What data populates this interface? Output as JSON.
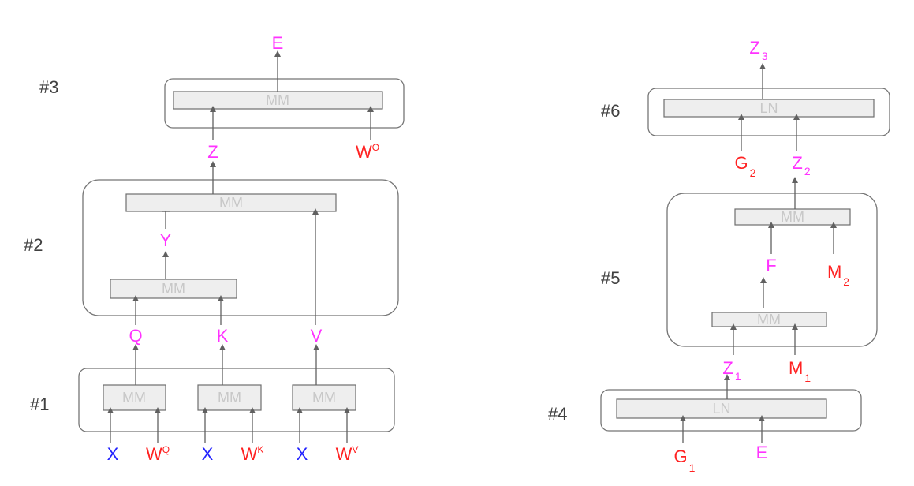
{
  "colors": {
    "intermediate": "#ff33ff",
    "weight": "#ff2222",
    "input": "#2222ff",
    "op_text": "#c8c8c8"
  },
  "stages": {
    "s1": "#1",
    "s2": "#2",
    "s3": "#3",
    "s4": "#4",
    "s5": "#5",
    "s6": "#6"
  },
  "ops": {
    "mm": "MM",
    "ln": "LN"
  },
  "vars": {
    "X": "X",
    "W": "W",
    "WQ_sup": "Q",
    "WK_sup": "K",
    "WV_sup": "V",
    "WO_sup": "O",
    "Q": "Q",
    "K": "K",
    "V": "V",
    "Y": "Y",
    "Z": "Z",
    "E": "E",
    "G": "G",
    "F": "F",
    "M": "M",
    "sub1": "1",
    "sub2": "2",
    "sub3": "3"
  }
}
